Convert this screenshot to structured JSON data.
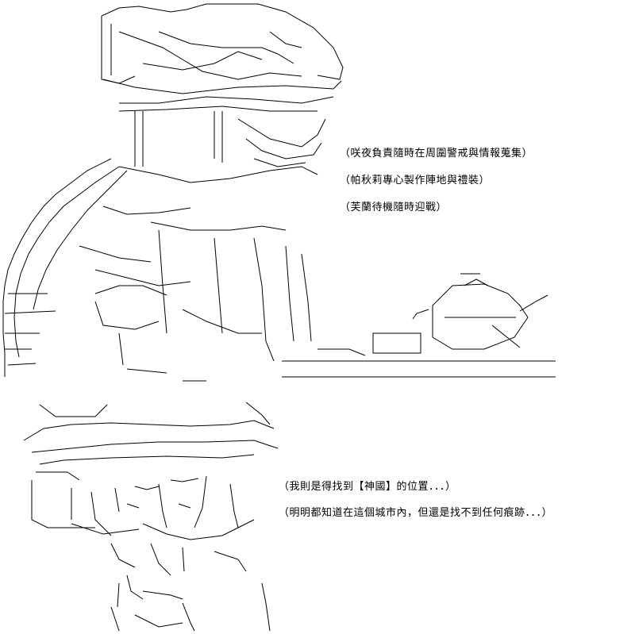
{
  "top_scene": {
    "captions": [
      "（咲夜負責隨時在周圍警戒與情報蒐集）",
      "（帕秋莉專心製作陣地與禮裝）",
      "（芙蘭待機隨時迎戰）"
    ]
  },
  "bottom_scene": {
    "captions": [
      "（我則是得找到【神國】的位置．．．）",
      "（明明都知道在這個城市內，但還是找不到任何痕跡．．．）"
    ]
  }
}
